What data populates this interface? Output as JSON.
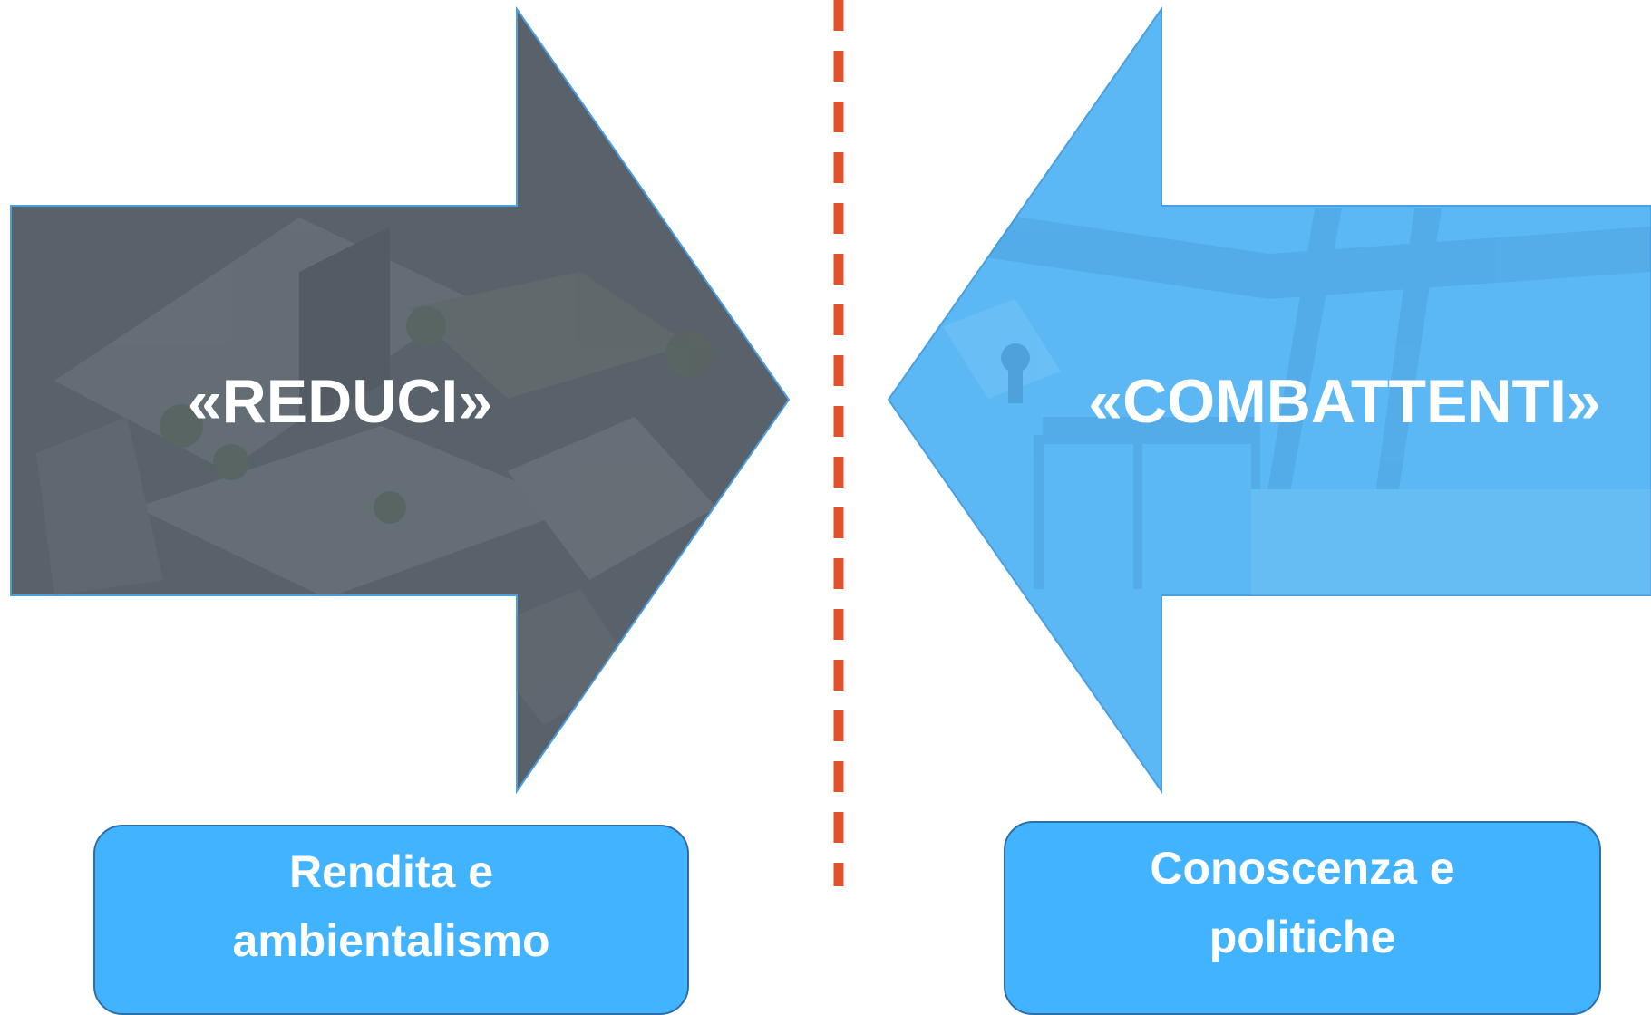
{
  "left": {
    "arrow_label": "«REDUCI»",
    "box_lines": [
      "Rendita e",
      "ambientalismo"
    ]
  },
  "right": {
    "arrow_label": "«COMBATTENTI»",
    "box_lines": [
      "Conoscenza e",
      "politiche"
    ]
  },
  "colors": {
    "left_arrow_fill": "#59626b",
    "right_arrow_fill": "#5cb8f4",
    "arrow_stroke": "#4a9fe0",
    "divider": "#e4502a",
    "box_fill": "#41b3ff",
    "box_border": "#2f6fa8",
    "text": "#ffffff"
  }
}
